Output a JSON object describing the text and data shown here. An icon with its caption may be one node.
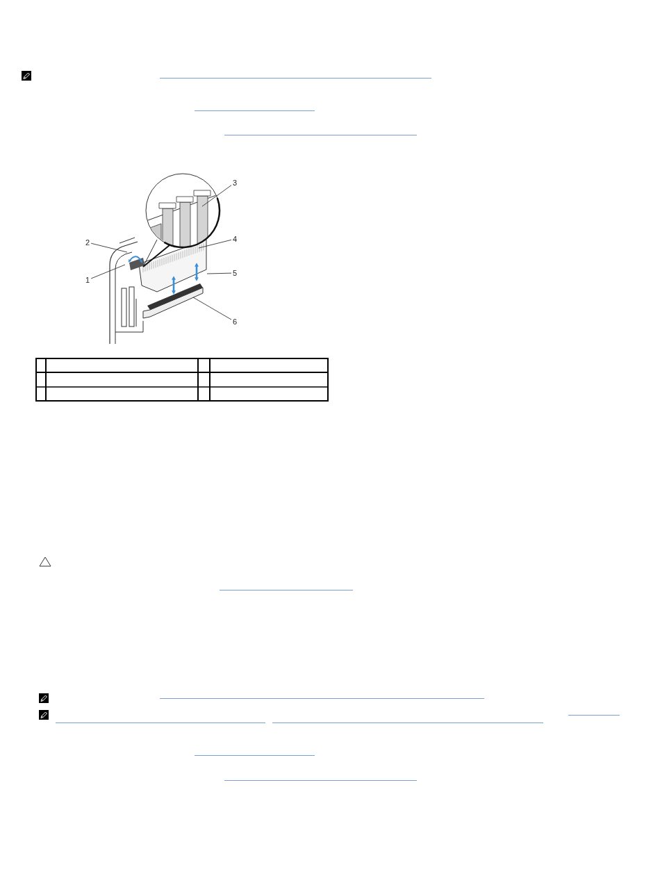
{
  "diagram": {
    "nodes": [
      {
        "text": [
          "1"
        ]
      },
      {
        "text": [
          "2"
        ]
      },
      {
        "text": [
          "3"
        ]
      },
      {
        "text": [
          "4"
        ]
      },
      {
        "text": [
          "5"
        ]
      },
      {
        "text": [
          "6"
        ]
      }
    ],
    "edges": [
      {
        "from": 0,
        "to": null,
        "arrow": "none"
      },
      {
        "from": 1,
        "to": null,
        "arrow": "none"
      },
      {
        "from": 2,
        "to": null,
        "arrow": "none"
      },
      {
        "from": 3,
        "to": null,
        "arrow": "none"
      },
      {
        "from": 4,
        "to": null,
        "arrow": "none"
      },
      {
        "from": 5,
        "to": null,
        "arrow": "none"
      }
    ]
  }
}
